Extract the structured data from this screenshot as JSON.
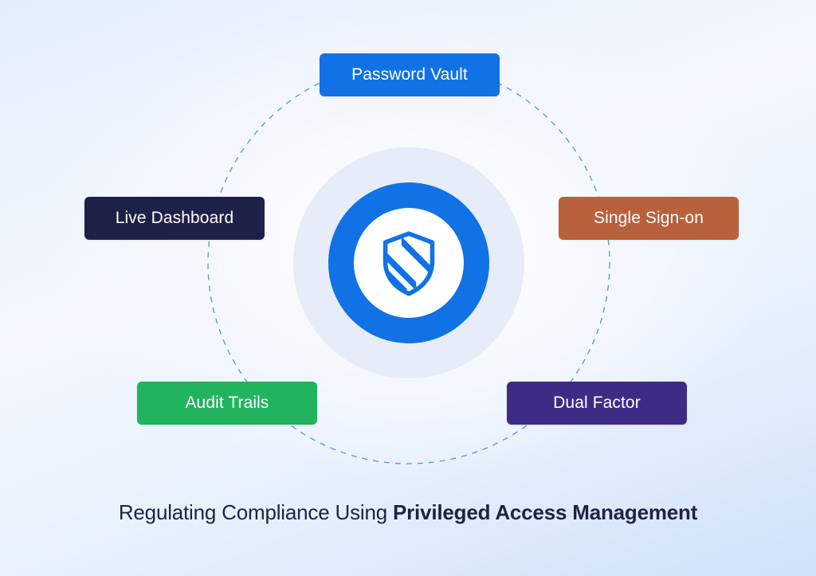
{
  "center": {
    "icon": "shield-icon",
    "colors": {
      "core": "#1172e6",
      "halo": "#e6edf8",
      "ring_dash": "#5b93c9"
    }
  },
  "nodes": [
    {
      "id": "password-vault",
      "label": "Password Vault",
      "color": "#1172e6"
    },
    {
      "id": "live-dashboard",
      "label": "Live Dashboard",
      "color": "#1d2148"
    },
    {
      "id": "single-sign-on",
      "label": "Single Sign-on",
      "color": "#b9603d"
    },
    {
      "id": "audit-trails",
      "label": "Audit Trails",
      "color": "#22b35f"
    },
    {
      "id": "dual-factor",
      "label": "Dual Factor",
      "color": "#3d2c86"
    }
  ],
  "caption": {
    "lead": "Regulating Compliance Using",
    "emphasis": "Privileged Access Management"
  }
}
